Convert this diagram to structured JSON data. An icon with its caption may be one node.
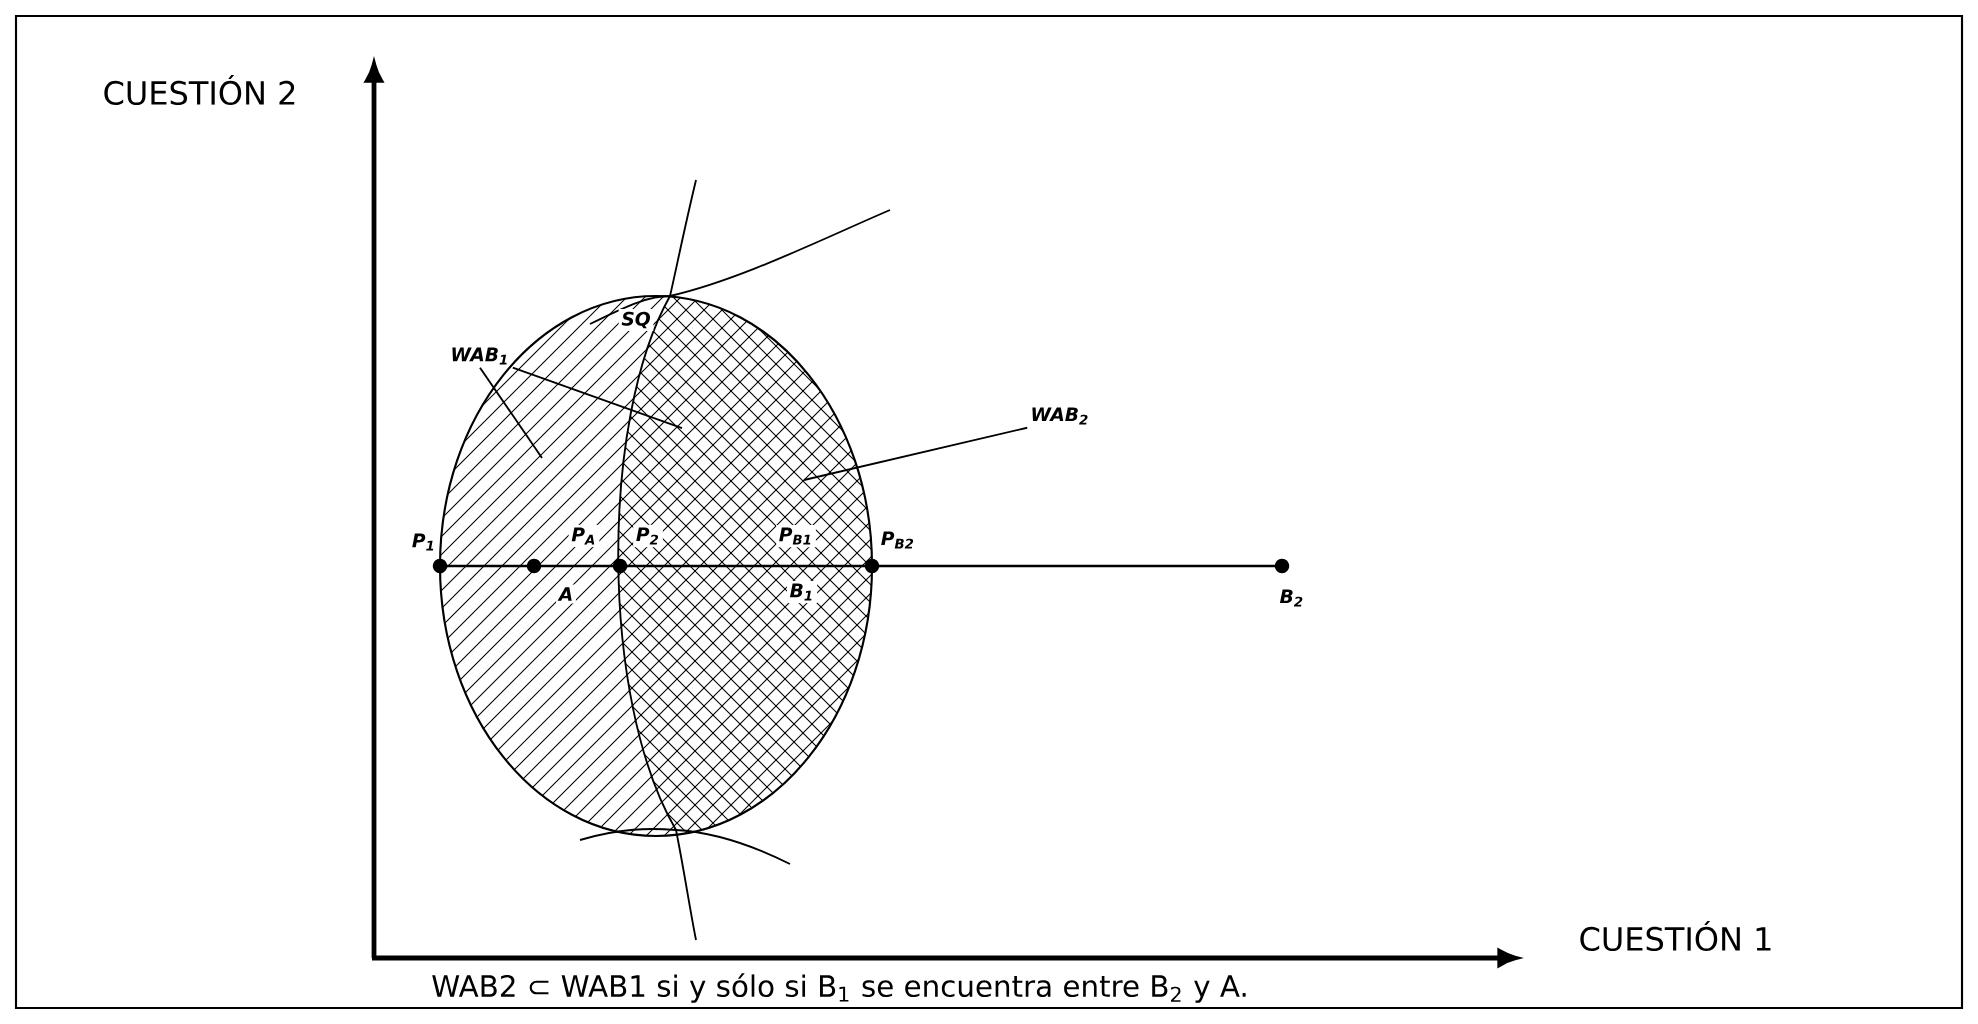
{
  "diagram": {
    "caption": "WAB2 ⊂ WAB1 si y sólo si B$_{1}$ se encuentra entre B$_{2}$ y A.",
    "nodes": [
      {
        "text": [
          "WAB$_{1}$"
        ]
      },
      {
        "text": [
          "WAB$_{2}$"
        ]
      }
    ],
    "edges": [
      {
        "from": 0,
        "to": null,
        "arrow": "none"
      },
      {
        "from": 0,
        "to": null,
        "arrow": "none"
      },
      {
        "from": 1,
        "to": null,
        "arrow": "none"
      }
    ],
    "labels": [
      "CUESTIÓN 2",
      "SQ",
      "P$_{1}$",
      "P$_{A}$",
      "P$_{2}$",
      "P$_{B1}$",
      "P$_{B2}$",
      "A",
      "B$_{1}$",
      "B$_{2}$",
      "CUESTIÓN 1"
    ]
  }
}
